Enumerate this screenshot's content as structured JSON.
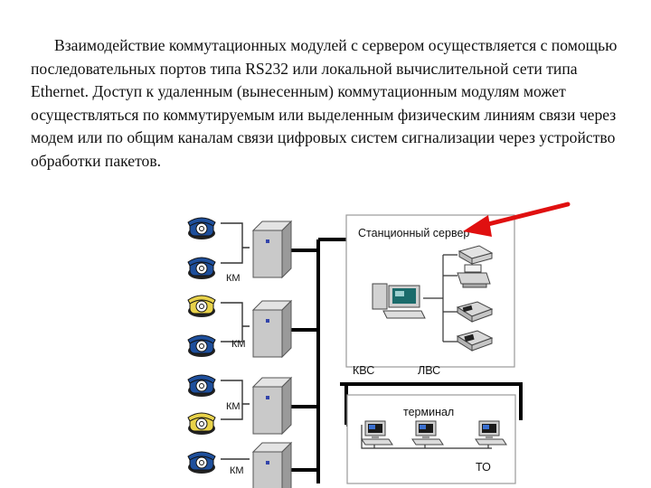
{
  "paragraph": "Взаимодействие коммутационных модулей с сервером осуществляется с помощью последовательных портов типа RS232 или локальной вычислительной сети типа Ethernet. Доступ к удаленным (вынесенным) коммутационным модулям может осуществляться по коммутируемым или выделенным физическим линиям связи через модем или по общим каналам связи цифровых систем сигнализации через устройство обработки пакетов.",
  "diagram": {
    "server_box_label": "Станционный сервер",
    "kvs_label": "КВС",
    "lvs_label": "ЛВС",
    "terminal_label": "терминал",
    "to_label": "ТО",
    "module_labels": [
      "КМ",
      "КМ",
      "КМ",
      "КМ"
    ]
  },
  "colors": {
    "phone_blue": "#1e4f9c",
    "phone_yellow": "#e8d24a",
    "arrow_red": "#e01010",
    "panel_border": "#9a9a9a"
  }
}
